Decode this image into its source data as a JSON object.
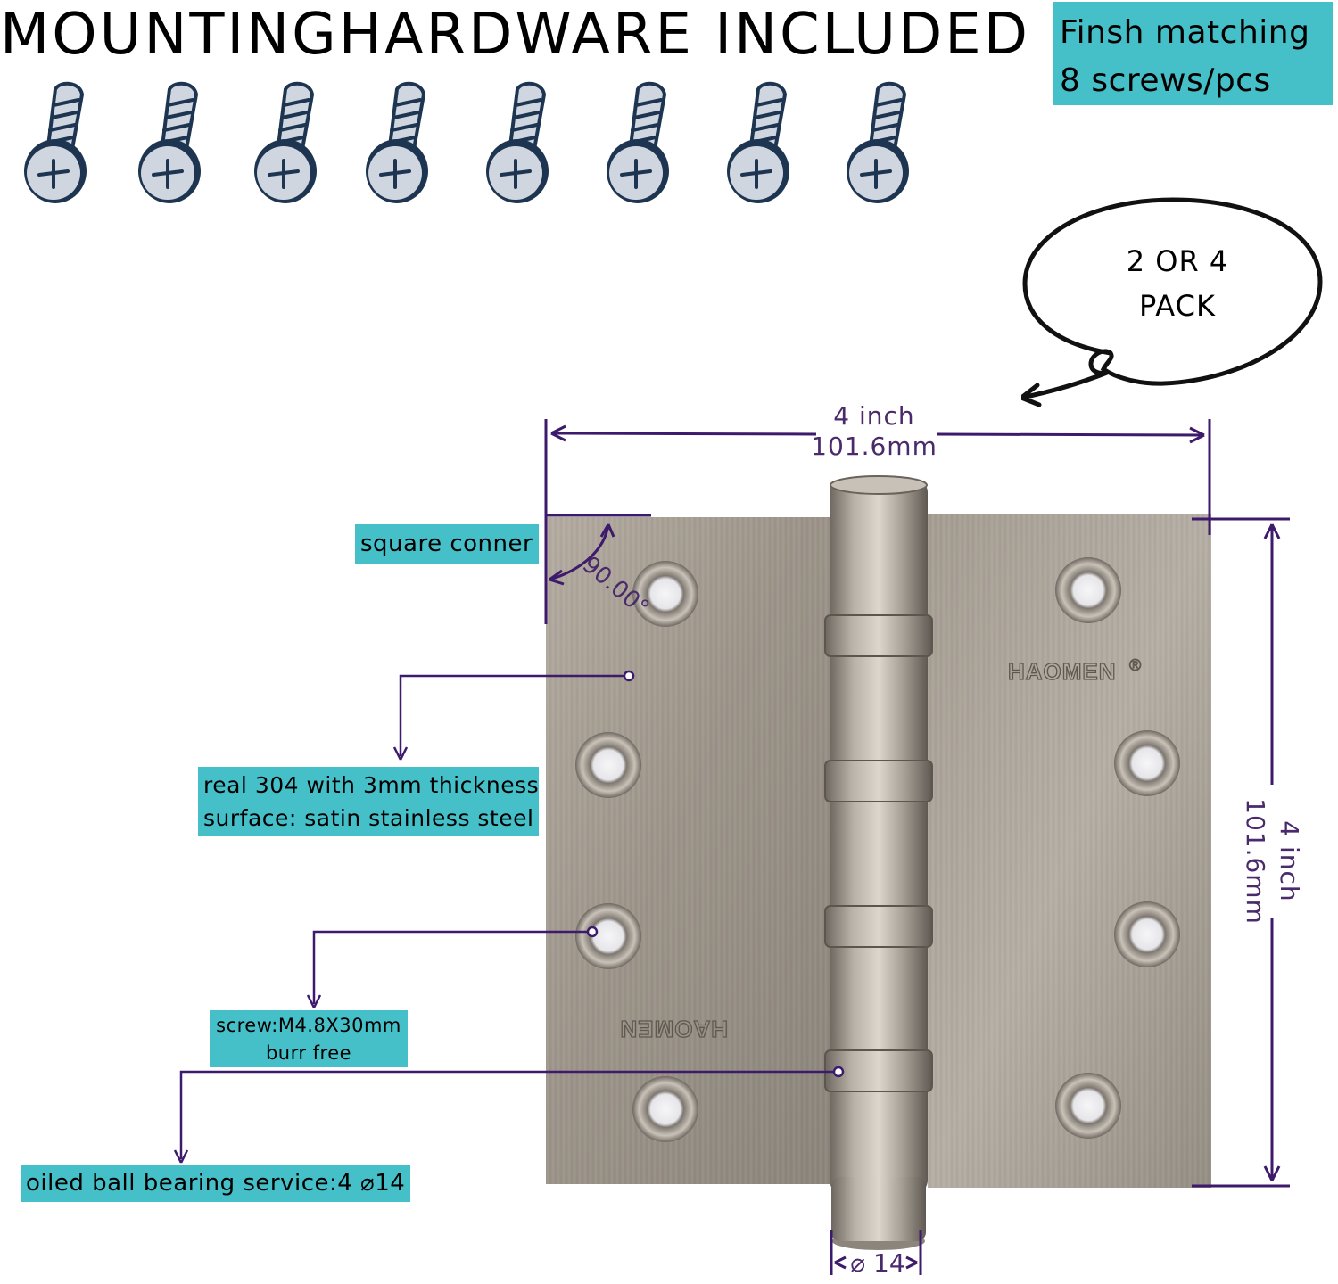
{
  "header": {
    "title": "MOUNTINGHARDWARE INCLUDED",
    "finish_line1": "Finsh matching",
    "finish_line2": "8 screws/pcs"
  },
  "screws": {
    "count": 8,
    "icon": "screw-icon"
  },
  "pack_bubble": {
    "line1": "2 OR 4",
    "line2": "PACK"
  },
  "dimensions": {
    "width_inch": "4 inch",
    "width_mm": "101.6mm",
    "height_inch": "4 inch",
    "height_mm": "101.6mm",
    "angle": "90.00°",
    "pin_diameter": "⌀ 14"
  },
  "callouts": {
    "corner": "square conner",
    "material_line1": "real 304 with 3mm thickness",
    "material_line2": "surface: satin stainless steel",
    "screw_line1": "screw:M4.8X30mm",
    "screw_line2": "burr free",
    "bearing": "oiled ball bearing service:4 ⌀14"
  },
  "brand": {
    "name": "HAOMEN",
    "mark": "®"
  },
  "colors": {
    "tag_background": "#45bfc8",
    "dimension_lines": "#3d1a6b",
    "steel": "#a39a8f"
  }
}
